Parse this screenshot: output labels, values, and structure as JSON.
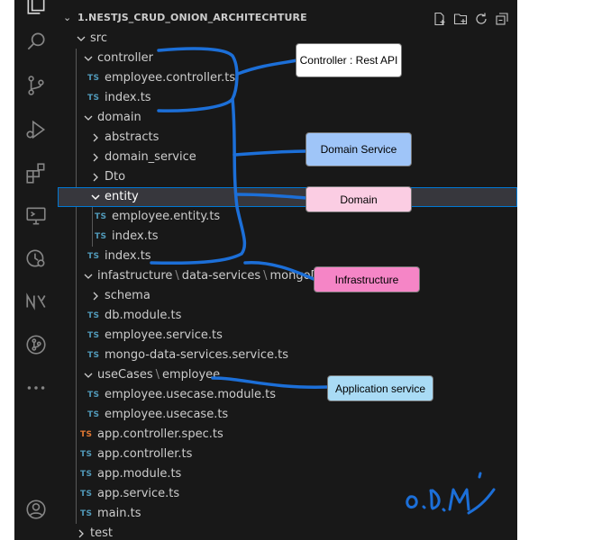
{
  "activity_bar": {
    "icons": [
      "explorer-icon",
      "search-icon",
      "source-control-icon",
      "run-debug-icon",
      "extensions-icon",
      "remote-explorer-icon",
      "docker-icon",
      "nx-console-icon",
      "git-graph-icon",
      "more-icon",
      "account-icon"
    ]
  },
  "explorer": {
    "project_title": "1.NESTJS_CRUD_ONION_ARCHITECHTURE",
    "toolbar": [
      "new-file-icon",
      "new-folder-icon",
      "refresh-icon",
      "collapse-all-icon"
    ]
  },
  "tree": {
    "src": "src",
    "controller": "controller",
    "employee_controller": "employee.controller.ts",
    "controller_index": "index.ts",
    "domain": "domain",
    "abstracts": "abstracts",
    "domain_service": "domain_service",
    "dto": "Dto",
    "entity": "entity",
    "employee_entity": "employee.entity.ts",
    "entity_index": "index.ts",
    "domain_index": "index.ts",
    "infra_1": "infastructure",
    "infra_2": "data-services",
    "infra_3": "mongoDB",
    "schema": "schema",
    "db_module": "db.module.ts",
    "employee_service": "employee.service.ts",
    "mongo_service": "mongo-data-services.service.ts",
    "usecases_1": "useCases",
    "usecases_2": "employee",
    "usecase_module": "employee.usecase.module.ts",
    "usecase": "employee.usecase.ts",
    "app_spec": "app.controller.spec.ts",
    "app_controller": "app.controller.ts",
    "app_module": "app.module.ts",
    "app_service": "app.service.ts",
    "main": "main.ts",
    "test": "test",
    "path_sep": "\\",
    "ts_badge": "TS"
  },
  "annotations": {
    "controller": "Controller : Rest API",
    "domain_service": "Domain Service",
    "domain": "Domain",
    "infrastructure": "Infrastructure",
    "application": "Application service",
    "signature": "O.D.M"
  },
  "colors": {
    "background": "#181818",
    "selection_border": "#0078d4",
    "ts_blue": "#519aba",
    "ts_orange": "#e37933",
    "marker_blue": "#1c6fd8",
    "callout_white": "#ffffff",
    "callout_blue": "#9fc5f8",
    "callout_pink": "#fbcde3",
    "callout_magenta": "#f585c6",
    "callout_cyan": "#a9dbf5"
  }
}
